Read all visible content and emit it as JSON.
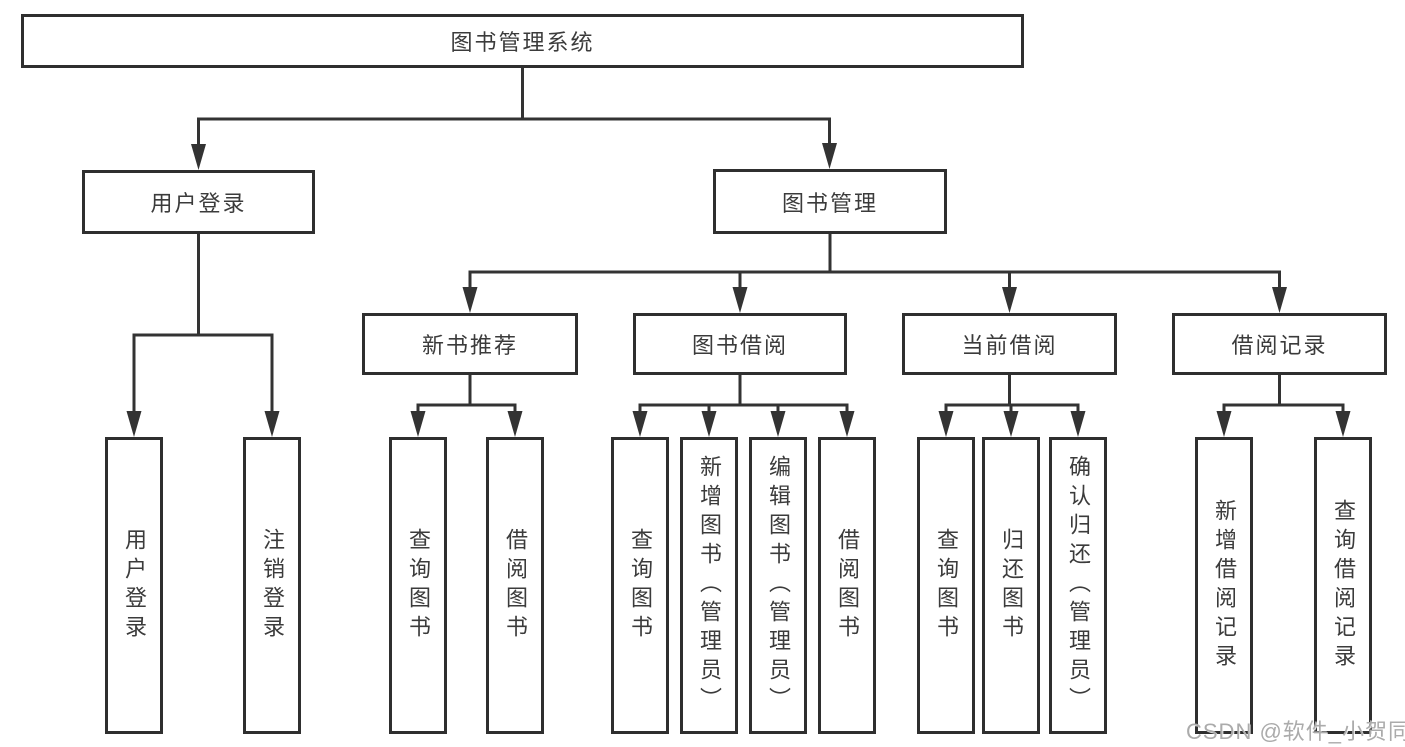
{
  "diagram": {
    "root": {
      "label": "图书管理系统"
    },
    "level2": [
      {
        "label": "用户登录"
      },
      {
        "label": "图书管理"
      }
    ],
    "level3": [
      {
        "label": "新书推荐"
      },
      {
        "label": "图书借阅"
      },
      {
        "label": "当前借阅"
      },
      {
        "label": "借阅记录"
      }
    ],
    "leaves": {
      "login": [
        {
          "label": "用户登录"
        },
        {
          "label": "注销登录"
        }
      ],
      "recommend": [
        {
          "label": "查询图书"
        },
        {
          "label": "借阅图书"
        }
      ],
      "borrow": [
        {
          "label": "查询图书"
        },
        {
          "label": "新增图书（管理员）"
        },
        {
          "label": "编辑图书（管理员）"
        },
        {
          "label": "借阅图书"
        }
      ],
      "current": [
        {
          "label": "查询图书"
        },
        {
          "label": "归还图书"
        },
        {
          "label": "确认归还（管理员）"
        }
      ],
      "records": [
        {
          "label": "新增借阅记录"
        },
        {
          "label": "查询借阅记录"
        }
      ]
    },
    "colors": {
      "line": "#333333",
      "box_border": "#2f2f2f",
      "box_fill": "#ffffff",
      "text": "#3b3b3b",
      "watermark": "#ababab"
    },
    "watermark": {
      "text": "CSDN @软件_小贺同学"
    }
  }
}
